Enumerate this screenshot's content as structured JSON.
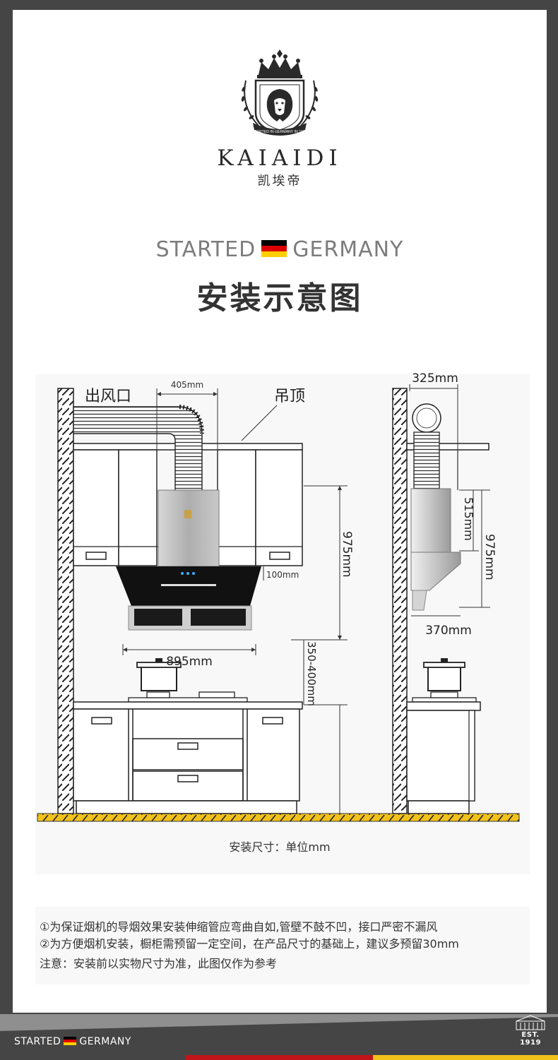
{
  "brand": {
    "name_en": "KAIAIDI",
    "name_cn": "凯埃帝",
    "ribbon": "STARTED IN GERMANY IN 1919"
  },
  "header": {
    "started": "STARTED",
    "germany": "GERMANY",
    "title": "安装示意图"
  },
  "diagram": {
    "front": {
      "outlet_label": "出风口",
      "ceiling_label": "吊顶",
      "duct_offset": "405mm",
      "hood_height": "975mm",
      "panel_depth": "100mm",
      "hood_width": "895mm",
      "install_height": "350-400mm"
    },
    "side": {
      "top_depth": "325mm",
      "upper_height": "515mm",
      "hood_height": "975mm",
      "bottom_depth": "370mm"
    },
    "caption": "安装尺寸：单位mm"
  },
  "notes": [
    "①为保证烟机的导烟效果安装伸缩管应弯曲自如,管壁不鼓不凹，接口严密不漏风",
    "②为方便烟机安装，橱柜需预留一定空间，在产品尺寸的基础上，建议多预留30mm",
    "注意：安装前以实物尺寸为准，此图仅作为参考"
  ],
  "footer": {
    "started": "STARTED",
    "germany": "GERMANY",
    "est": "EST. 1919"
  },
  "colors": {
    "flag_black": "#000000",
    "flag_red": "#dd0000",
    "flag_gold": "#ffce00",
    "floor_yellow": "#f2c21a",
    "footer_bar_red": "#c0141a",
    "footer_bar_yellow": "#f2c21a"
  },
  "icons": {
    "logo": "lion-crest-icon",
    "flag": "germany-flag-icon",
    "badge": "building-icon"
  }
}
